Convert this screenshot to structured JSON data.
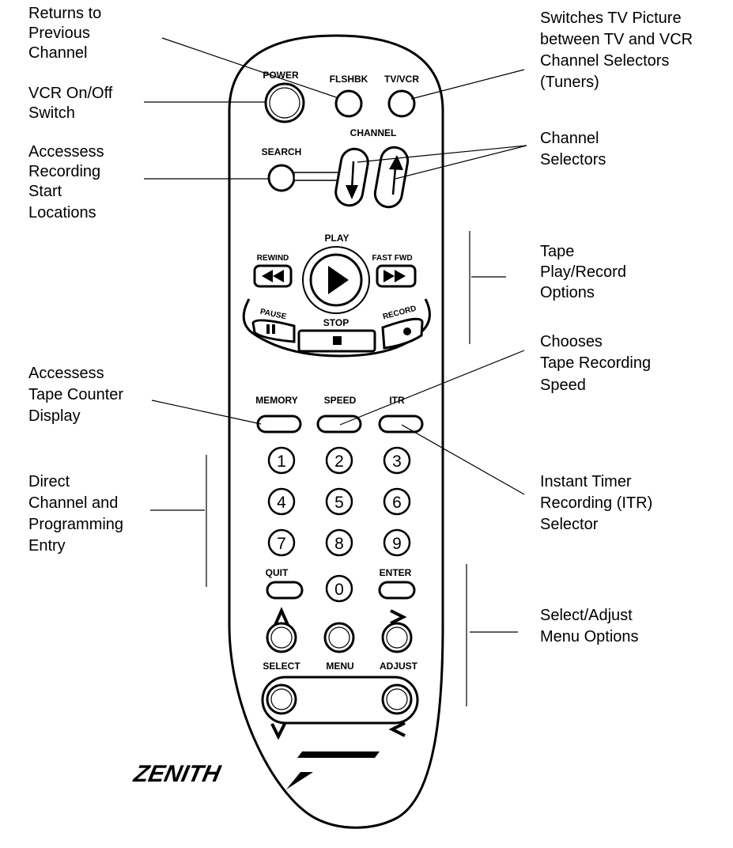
{
  "callouts": {
    "previous_channel": [
      "Returns to",
      "Previous",
      "Channel"
    ],
    "vcr_power": [
      "VCR On/Off",
      "Switch"
    ],
    "search": [
      "Accessess",
      "Recording",
      "Start",
      "Locations"
    ],
    "tv_vcr": [
      "Switches TV Picture",
      "between TV and VCR",
      "Channel Selectors",
      "(Tuners)"
    ],
    "channel": [
      "Channel",
      "Selectors"
    ],
    "tape": [
      "Tape",
      "Play/Record",
      "Options"
    ],
    "memory": [
      "Accessess",
      "Tape Counter",
      "Display"
    ],
    "speed": [
      "Chooses",
      "Tape Recording",
      "Speed"
    ],
    "direct": [
      "Direct",
      "Channel and",
      "Programming",
      "Entry"
    ],
    "itr": [
      "Instant Timer",
      "Recording (ITR)",
      "Selector"
    ],
    "menu_opts": [
      "Select/Adjust",
      "Menu Options"
    ]
  },
  "buttons": {
    "power": "POWER",
    "flshbk": "FLSHBK",
    "tvvcr": "TV/VCR",
    "channel": "CHANNEL",
    "search": "SEARCH",
    "play": "PLAY",
    "rewind": "REWIND",
    "fastfwd": "FAST FWD",
    "pause": "PAUSE",
    "stop": "STOP",
    "record": "RECORD",
    "memory": "MEMORY",
    "speed": "SPEED",
    "itr": "ITR",
    "quit": "QUIT",
    "enter": "ENTER",
    "select": "SELECT",
    "menu": "MENU",
    "adjust": "ADJUST",
    "zero": "0",
    "digits": [
      "1",
      "2",
      "3",
      "4",
      "5",
      "6",
      "7",
      "8",
      "9"
    ]
  },
  "logo": "ZENITH",
  "icons": {
    "up_chevron": "up-chevron-icon",
    "down_chevron": "down-chevron-icon",
    "right_chevron": "right-chevron-icon",
    "left_chevron": "left-chevron-icon"
  }
}
